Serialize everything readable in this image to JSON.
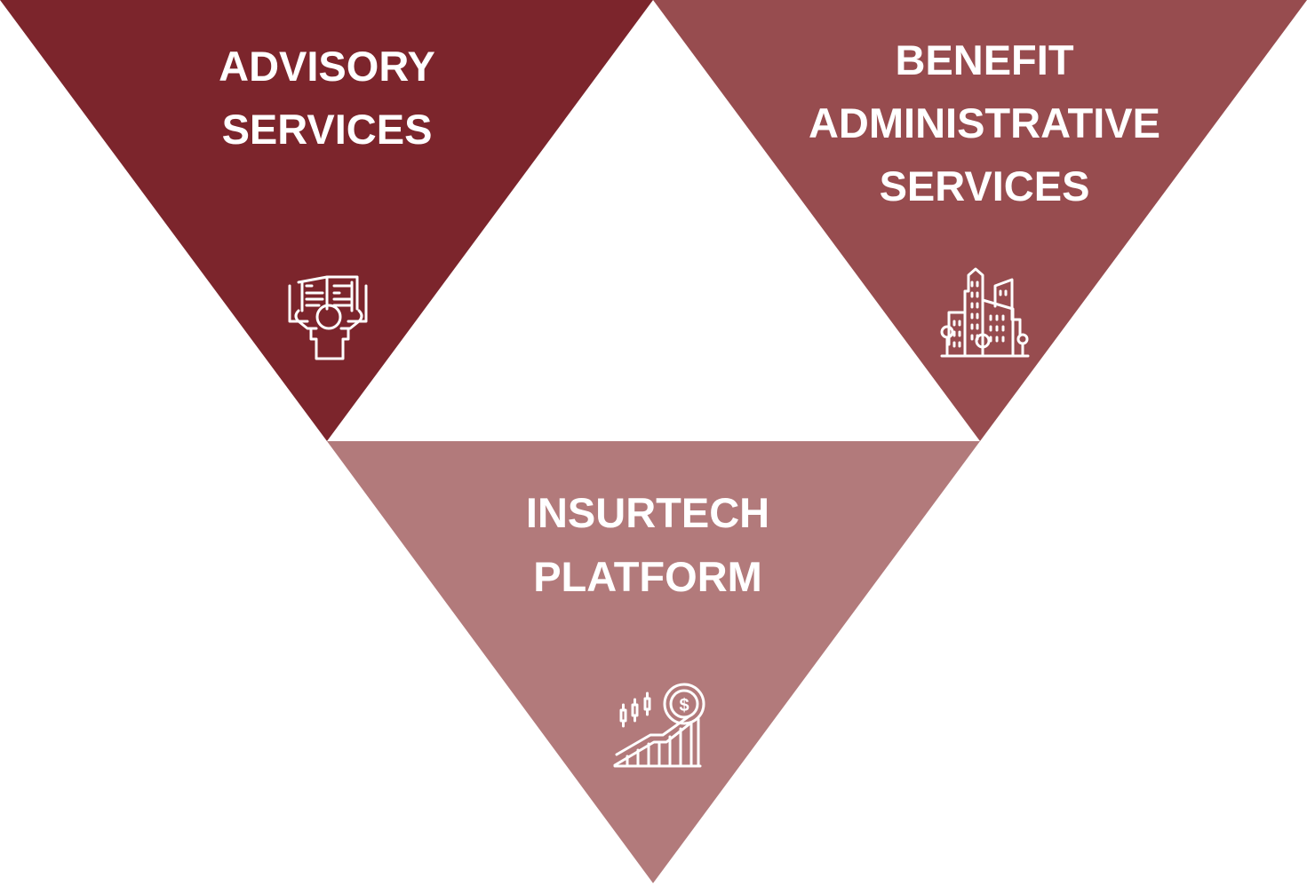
{
  "colors": {
    "advisory": "#7c252c",
    "benefit": "#974c4f",
    "insurtech": "#b27a7b"
  },
  "segments": [
    {
      "id": "advisory",
      "lines": [
        "ADVISORY",
        "SERVICES"
      ],
      "icon": "reader-with-book-icon"
    },
    {
      "id": "benefit",
      "lines": [
        "BENEFIT",
        "ADMINISTRATIVE",
        "SERVICES"
      ],
      "icon": "city-buildings-icon"
    },
    {
      "id": "insurtech",
      "lines": [
        "INSURTECH",
        "PLATFORM"
      ],
      "icon": "growth-chart-dollar-icon"
    }
  ]
}
